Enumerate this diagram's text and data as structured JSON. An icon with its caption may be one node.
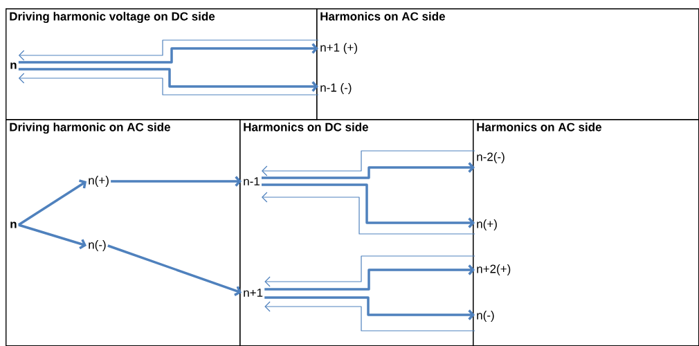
{
  "diagram": {
    "nodes": [
      {
        "text": [
          "Driving harmonic voltage on DC side"
        ]
      },
      {
        "text": [
          "n"
        ],
        "in": 0
      },
      {
        "text": [
          "Harmonics on AC side"
        ]
      },
      {
        "text": [
          "n+1 (+)"
        ],
        "in": 2
      },
      {
        "text": [
          "n-1 (-)"
        ],
        "in": 2
      },
      {
        "text": [
          "Driving harmonic on AC side"
        ]
      },
      {
        "text": [
          "n"
        ],
        "in": 5
      },
      {
        "text": [
          "n(+)"
        ],
        "in": 5
      },
      {
        "text": [
          "n(-)"
        ],
        "in": 5
      },
      {
        "text": [
          "Harmonics on DC side"
        ]
      },
      {
        "text": [
          "n-1"
        ],
        "in": 9
      },
      {
        "text": [
          "n+1"
        ],
        "in": 9
      },
      {
        "text": [
          "Harmonics on AC side"
        ]
      },
      {
        "text": [
          "n-2(-)"
        ],
        "in": 12
      },
      {
        "text": [
          "n(+)"
        ],
        "in": 12
      },
      {
        "text": [
          "n+2(+)"
        ],
        "in": 12
      },
      {
        "text": [
          "n(-)"
        ],
        "in": 12
      }
    ],
    "edges": [
      {
        "from": 1,
        "to": 3,
        "arrow": "to"
      },
      {
        "from": 1,
        "to": 4,
        "arrow": "to"
      },
      {
        "from": 3,
        "to": 1,
        "arrow": "to"
      },
      {
        "from": 4,
        "to": 1,
        "arrow": "to"
      },
      {
        "from": 6,
        "to": 7,
        "arrow": "to"
      },
      {
        "from": 6,
        "to": 8,
        "arrow": "to"
      },
      {
        "from": 7,
        "to": 10,
        "arrow": "to"
      },
      {
        "from": 8,
        "to": 11,
        "arrow": "to"
      },
      {
        "from": 10,
        "to": 13,
        "arrow": "to"
      },
      {
        "from": 10,
        "to": 14,
        "arrow": "to"
      },
      {
        "from": 13,
        "to": 10,
        "arrow": "to"
      },
      {
        "from": 14,
        "to": 10,
        "arrow": "to"
      },
      {
        "from": 11,
        "to": 15,
        "arrow": "to"
      },
      {
        "from": 11,
        "to": 16,
        "arrow": "to"
      },
      {
        "from": 15,
        "to": 11,
        "arrow": "to"
      },
      {
        "from": 16,
        "to": 11,
        "arrow": "to"
      }
    ]
  }
}
